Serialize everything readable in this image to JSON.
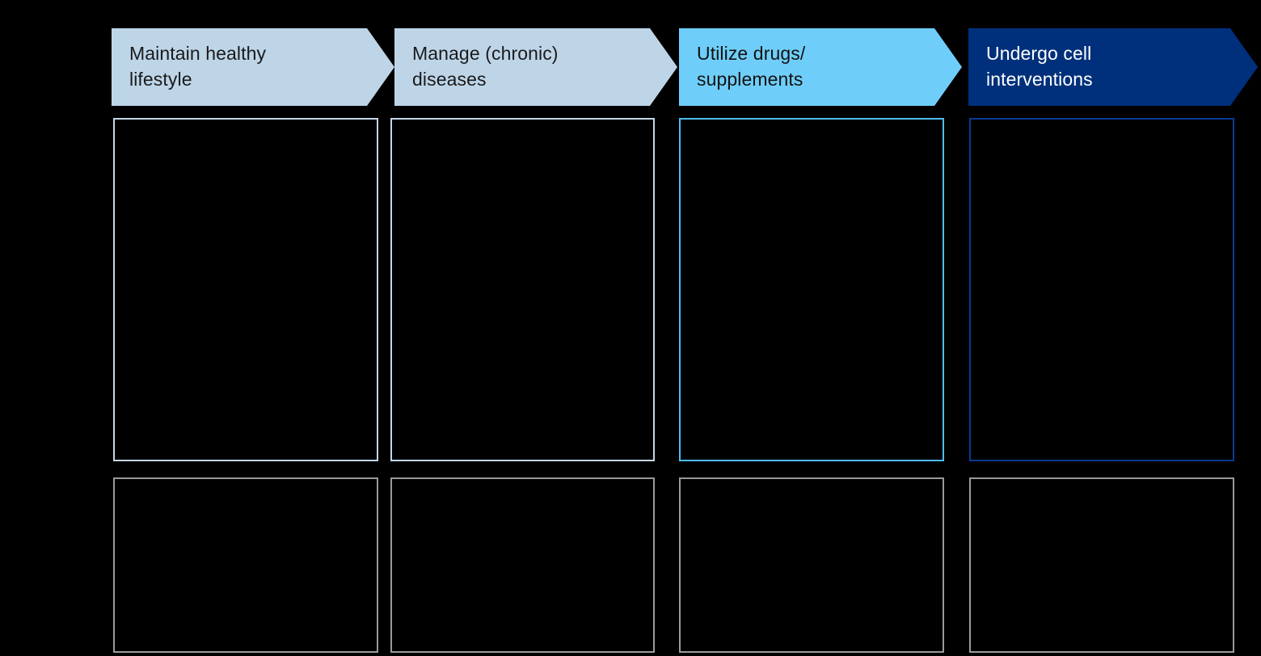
{
  "figure": {
    "background_color": "#000000",
    "type": "chevron-process-framework",
    "columns": 4,
    "rows": 2
  },
  "palette": {
    "chevron_pale_blue": "#BED5E8",
    "chevron_cyan": "#6FCEF9",
    "chevron_navy": "#00307B",
    "text_dark": "#1A1A1A",
    "text_light": "#FFFFFF",
    "border_pale": "#C3D7EA",
    "border_cyan": "#4FBDF0",
    "border_navy": "#0A3A92",
    "border_grey": "#9A9A9A",
    "panel_fill": "#000000"
  },
  "header": {
    "steps": [
      {
        "id": "maintain-healthy-lifestyle",
        "label": "Maintain healthy\nlifestyle",
        "fill": "#BED5E8",
        "text_color": "#1A1A1A"
      },
      {
        "id": "manage-chronic-diseases",
        "label": "Manage (chronic)\ndiseases",
        "fill": "#BED5E8",
        "text_color": "#1A1A1A"
      },
      {
        "id": "utilize-drugs-supplements",
        "label": "Utilize drugs/\nsupplements",
        "fill": "#6FCEF9",
        "text_color": "#121212"
      },
      {
        "id": "undergo-cell-interventions",
        "label": "Undergo cell\ninterventions",
        "fill": "#00307B",
        "text_color": "#FFFFFF"
      }
    ]
  },
  "panels": {
    "top_row": [
      {
        "id": "panel-top-1",
        "border_color": "#C3D7EA",
        "text": ""
      },
      {
        "id": "panel-top-2",
        "border_color": "#C3D7EA",
        "text": ""
      },
      {
        "id": "panel-top-3",
        "border_color": "#4FBDF0",
        "text": ""
      },
      {
        "id": "panel-top-4",
        "border_color": "#0A3A92",
        "text": ""
      }
    ],
    "bottom_row": [
      {
        "id": "panel-bottom-1",
        "border_color": "#9A9A9A",
        "text": ""
      },
      {
        "id": "panel-bottom-2",
        "border_color": "#9A9A9A",
        "text": ""
      },
      {
        "id": "panel-bottom-3",
        "border_color": "#9A9A9A",
        "text": ""
      },
      {
        "id": "panel-bottom-4",
        "border_color": "#9A9A9A",
        "text": ""
      }
    ]
  }
}
